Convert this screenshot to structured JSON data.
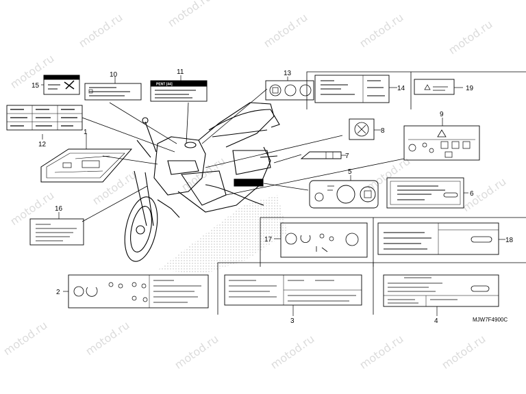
{
  "diagram": {
    "code": "MJW7F4900C",
    "watermark": "motod.ru",
    "label_texts": {
      "l11_title": "PENT [44]"
    },
    "callouts": [
      "1",
      "2",
      "3",
      "4",
      "5",
      "6",
      "7",
      "8",
      "9",
      "10",
      "11",
      "12",
      "13",
      "14",
      "15",
      "16",
      "17",
      "18",
      "19"
    ]
  }
}
